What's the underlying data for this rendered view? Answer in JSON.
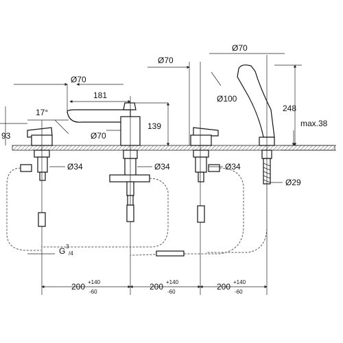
{
  "labels": {
    "d70_spout": "Ø70",
    "len_181": "181",
    "angle_17": "17°",
    "h93": "93",
    "d70_base": "Ø70",
    "h139": "139",
    "d34_left": "Ø34",
    "d34_mid": "Ø34",
    "d34_right": "Ø34",
    "d70_mixer": "Ø70",
    "d70_shower": "Ø70",
    "d100": "Ø100",
    "h248": "248",
    "max38": "max.38",
    "d29": "Ø29",
    "thread_g": "G",
    "thread_sup": "3",
    "thread_sub": "/4",
    "spacing1_main": "200",
    "spacing1_plus": "+140",
    "spacing1_minus": "-60",
    "spacing2_main": "200",
    "spacing2_plus": "+140",
    "spacing2_minus": "-60",
    "spacing3_main": "200",
    "spacing3_plus": "+140",
    "spacing3_minus": "-60"
  }
}
